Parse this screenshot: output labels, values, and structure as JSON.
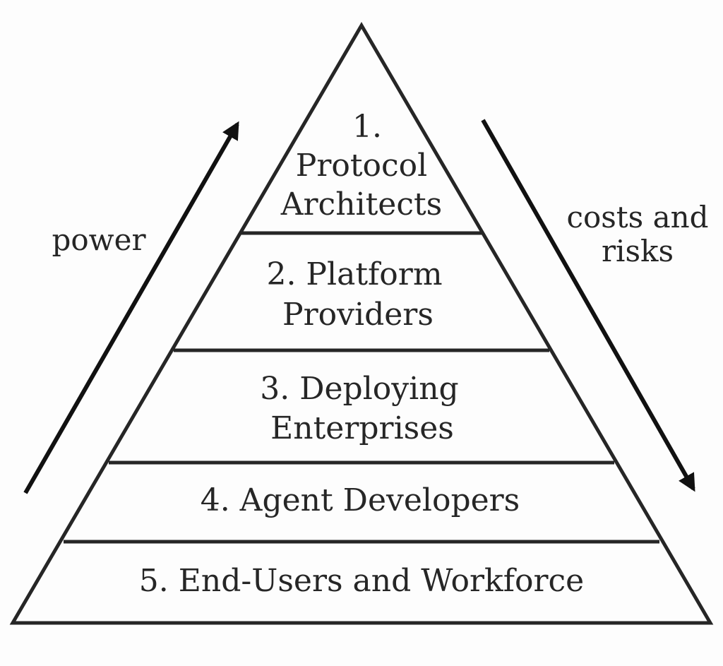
{
  "diagram": {
    "tiers": [
      {
        "number": "1.",
        "line1": "Protocol",
        "line2": "Architects"
      },
      {
        "line1": "2. Platform",
        "line2": "Providers"
      },
      {
        "line1": "3. Deploying",
        "line2": "Enterprises"
      },
      {
        "line1": "4. Agent Developers"
      },
      {
        "line1": "5. End-Users and Workforce"
      }
    ],
    "left_arrow_label": "power",
    "right_arrow_label": {
      "line1": "costs and",
      "line2": "risks"
    },
    "colors": {
      "stroke": "#262626",
      "background": "#fdfdfd"
    }
  }
}
